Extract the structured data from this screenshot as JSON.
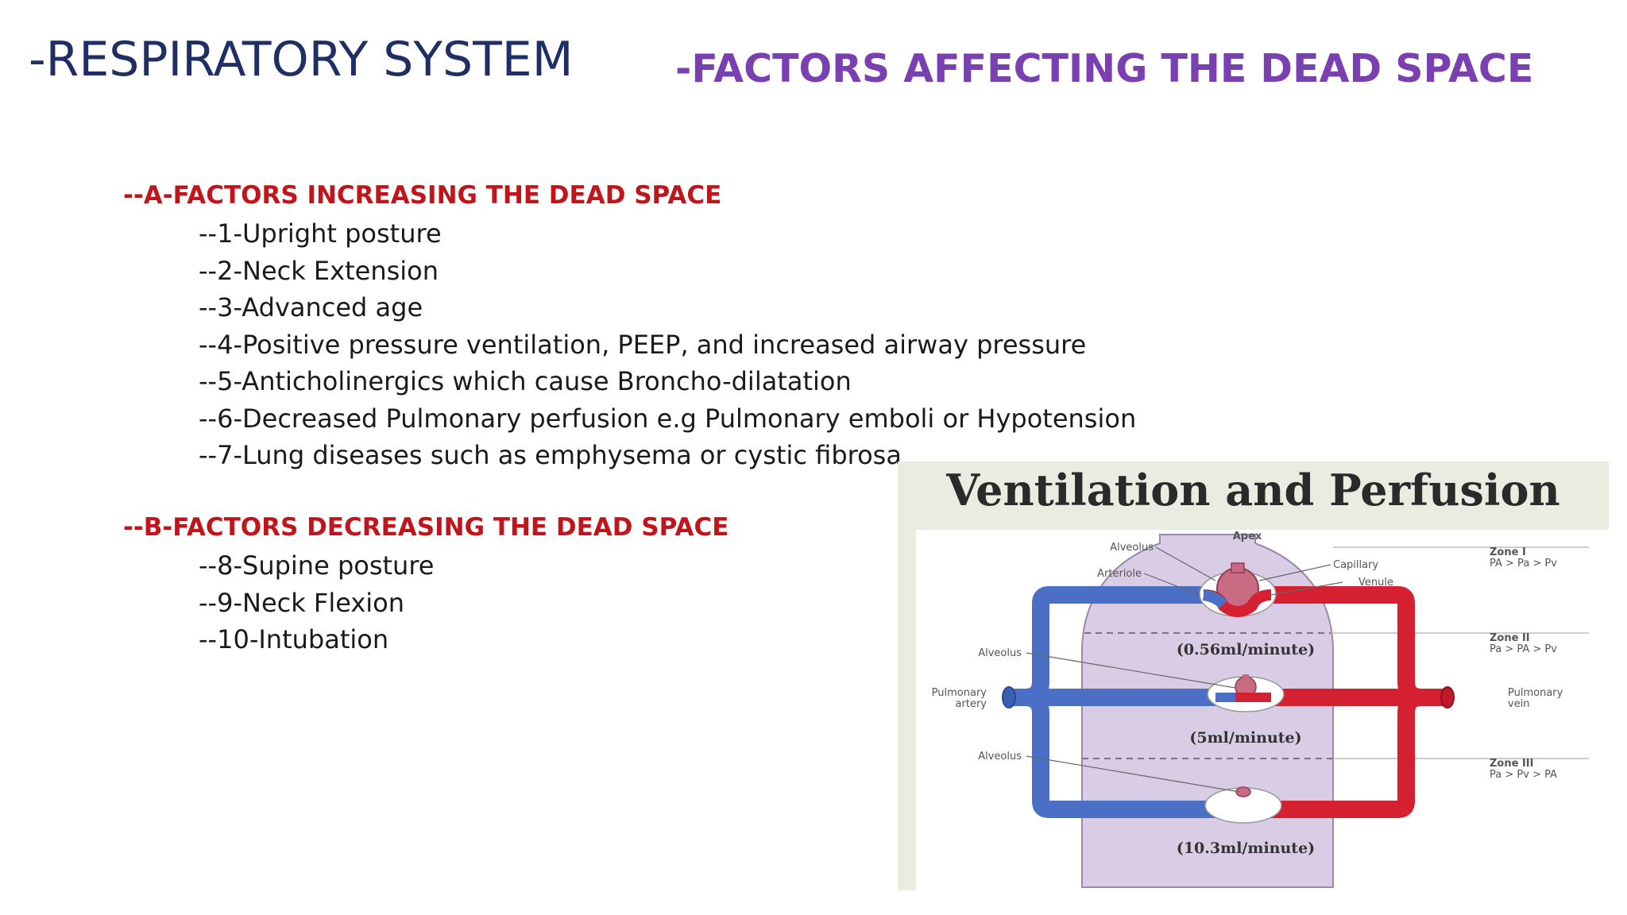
{
  "title": "-RESPIRATORY SYSTEM",
  "subtitle": "-FACTORS AFFECTING THE DEAD SPACE",
  "section_a": {
    "heading": "--A-FACTORS INCREASING THE DEAD SPACE",
    "items": [
      "--1-Upright posture",
      "--2-Neck Extension",
      "--3-Advanced age",
      "--4-Positive pressure ventilation, PEEP, and increased airway pressure",
      "--5-Anticholinergics which cause Broncho-dilatation",
      "--6-Decreased Pulmonary perfusion e.g Pulmonary emboli or Hypotension",
      "--7-Lung diseases such as emphysema or cystic fibrosa"
    ]
  },
  "section_b": {
    "heading": "--B-FACTORS DECREASING THE DEAD SPACE",
    "items": [
      "--8-Supine posture",
      "--9-Neck Flexion",
      "--10-Intubation"
    ]
  },
  "diagram": {
    "title": "Ventilation and Perfusion",
    "labels": {
      "apex": "Apex",
      "alveolus_top": "Alveolus",
      "arteriole": "Arteriole",
      "capillary": "Capillary",
      "venule": "Venule",
      "alveolus_mid": "Alveolus",
      "alveolus_low": "Alveolus",
      "pulmonary_artery_1": "Pulmonary",
      "pulmonary_artery_2": "artery",
      "pulmonary_vein_1": "Pulmonary",
      "pulmonary_vein_2": "vein"
    },
    "zones": [
      {
        "name": "Zone I",
        "relation": "PA > Pa > Pv"
      },
      {
        "name": "Zone II",
        "relation": "Pa > PA > Pv"
      },
      {
        "name": "Zone III",
        "relation": "Pa > Pv > PA"
      }
    ],
    "flows": [
      "(0.56ml/minute)",
      "(5ml/minute)",
      "(10.3ml/minute)"
    ]
  },
  "colors": {
    "title": "#1f2f66",
    "subtitle": "#7a3fb0",
    "section_heading": "#c0161b",
    "artery_blue": "#4a6fc4",
    "vein_red": "#d42030",
    "lung_fill": "#d9cde6"
  }
}
